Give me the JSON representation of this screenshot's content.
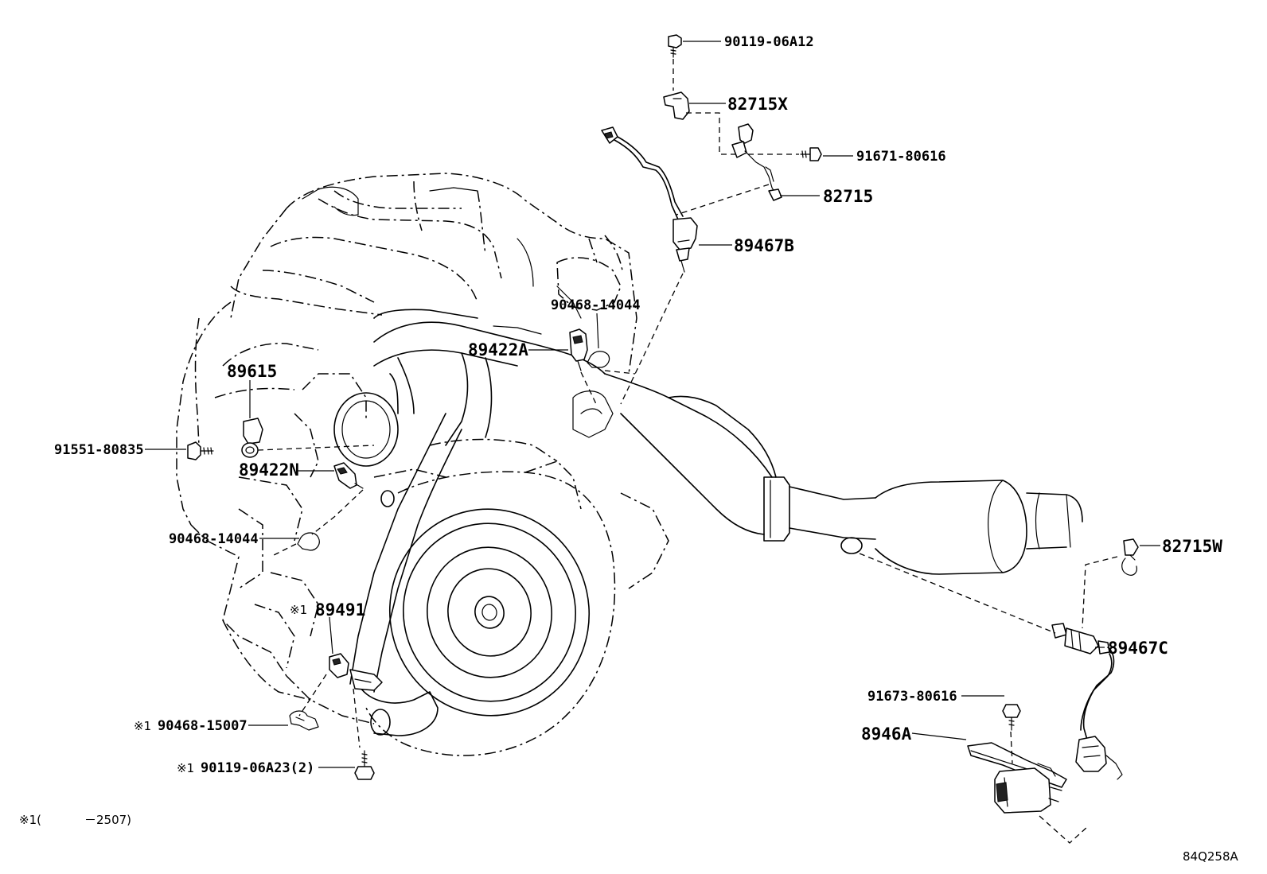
{
  "callouts": {
    "p9011906a12": "90119-06A12",
    "p82715x": "82715X",
    "p9167180616": "91671-80616",
    "p82715": "82715",
    "p89467b": "89467B",
    "p9046814044_top": "90468-14044",
    "p89422a": "89422A",
    "p89615": "89615",
    "p9155180835": "91551-80835",
    "p89422n": "89422N",
    "p9046814044_left": "90468-14044",
    "p89491": "89491",
    "p89491_mark": "※1",
    "p9046815007": "90468-15007",
    "p9046815007_mark": "※1",
    "p9011906a23": "90119-06A23(2)",
    "p9011906a23_mark": "※1",
    "p82715w": "82715W",
    "p89467c": "89467C",
    "p9167380616": "91673-80616",
    "p8946a": "8946A"
  },
  "footnote": {
    "mark": "※1(",
    "text": "－2507)"
  },
  "figure_id": "84Q258A"
}
